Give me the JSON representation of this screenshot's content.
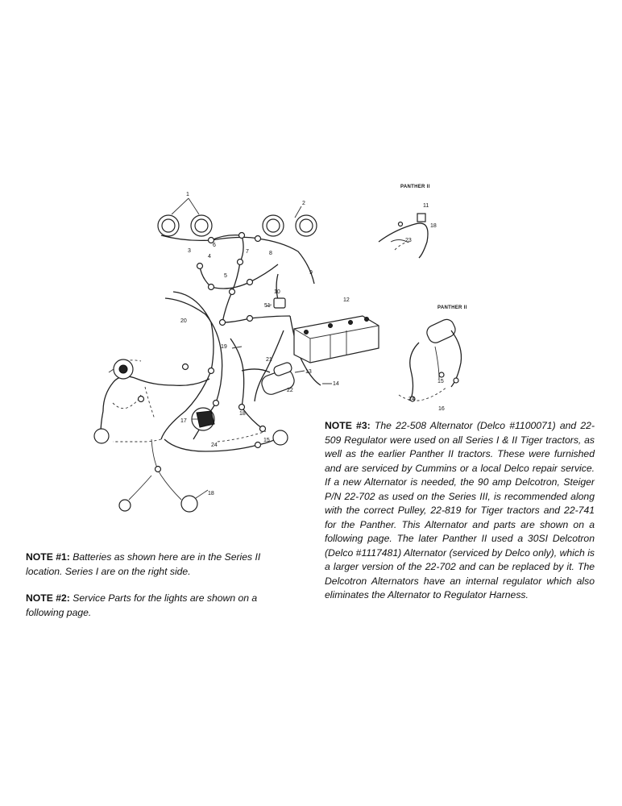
{
  "diagram": {
    "inset_headers": [
      "PANTHER II",
      "PANTHER II"
    ],
    "callouts": [
      "1",
      "2",
      "3",
      "4",
      "5",
      "6",
      "7",
      "8",
      "9",
      "10",
      "11",
      "12",
      "13",
      "14",
      "15",
      "16",
      "17",
      "18",
      "19",
      "20",
      "21",
      "22",
      "23",
      "24",
      "51"
    ]
  },
  "notes": [
    {
      "label": "NOTE #1:",
      "text": " Batteries as shown here are in the Series II location. Series I are on the right side."
    },
    {
      "label": "NOTE #2:",
      "text": " Service Parts for the lights are shown on a following page."
    },
    {
      "label": "NOTE #3:",
      "text": " The 22-508 Alternator (Delco #1100071) and 22-509 Regulator were used on all Series I & II Tiger tractors, as well as the earlier Panther II tractors. These were furnished and are serviced by Cummins or a local Delco repair service. If a new Alternator is needed, the 90 amp Delcotron, Steiger P/N 22-702 as used on the Series III, is recommended along with the correct Pulley, 22-819 for Tiger tractors and 22-741 for the Panther. This Alternator and parts are shown on a following page. The later Panther II used a 30SI Delcotron (Delco #1117481) Alternator (serviced by Delco only), which is a larger version of the 22-702 and can be replaced by it. The Delcotron Alternators have an internal regulator which also eliminates the Alternator to Regulator Harness."
    }
  ]
}
